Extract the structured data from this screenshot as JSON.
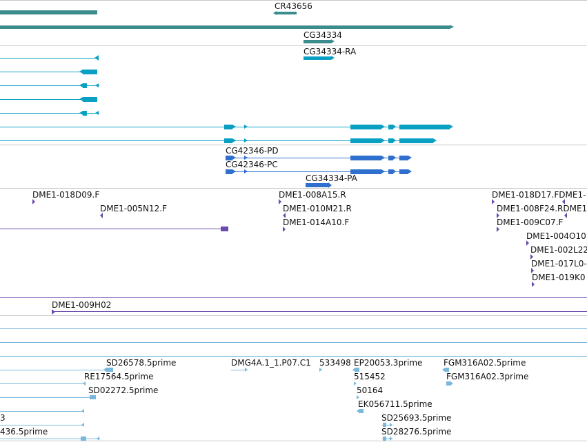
{
  "colors": {
    "gene": "#3b8c8c",
    "transcript": "#0aa0c4",
    "transcript_alt": "#2f6fce",
    "clone": "#6a4aad",
    "est": "#78b8dc",
    "divider": "#c8c8c8"
  },
  "tracks": {
    "genes": {
      "cr43656": "CR43656",
      "cg34334": "CG34334"
    },
    "transcripts": {
      "cg34334_ra": "CG34334-RA"
    },
    "proteins": {
      "cg42346_pd": "CG42346-PD",
      "cg42346_pc": "CG42346-PC",
      "cg34334_pa": "CG34334-PA"
    },
    "clones": {
      "c1": "DME1-018D09.F",
      "c2": "DME1-005N12.F",
      "c3": "DME1-008A15.R",
      "c4": "DME1-010M21.R",
      "c5": "DME1-014A10.F",
      "c6": "DME1-018D17.FDME1-",
      "c7": "DME1-008F24.RDME1",
      "c8": "DME1-009C07.F",
      "c9": "DME1-004O10",
      "c10": "DME1-002L22",
      "c11": "DME1-017L0-",
      "c12": "DME1-019K0"
    },
    "scaffold": {
      "s1": "DME1-009H02"
    },
    "ests": {
      "e1": "SD26578.5prime",
      "e2": "RE17564.5prime",
      "e3": "SD02272.5prime",
      "e4": "3",
      "e5": "436.5prime",
      "e6": "DMG4A.1_1.P07.C1",
      "e7": "533498",
      "e8": "EP20053.3prime",
      "e9": "515452",
      "e10": "50164",
      "e11": "EK056711.5prime",
      "e12": "SD25693.5prime",
      "e13": "SD28276.5prime",
      "e14": "FGM316A02.5prime",
      "e15": "FGM316A02.3prime"
    }
  }
}
